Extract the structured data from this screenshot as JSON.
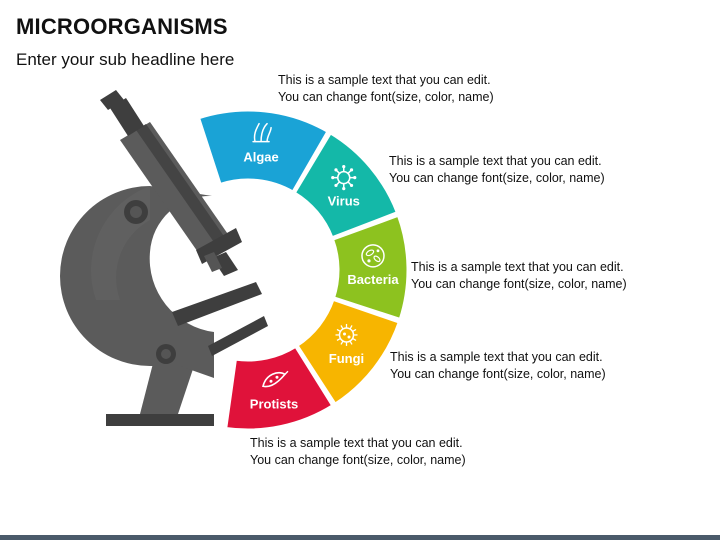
{
  "title": "MICROORGANISMS",
  "subtitle": "Enter your sub headline here",
  "segments": [
    {
      "label": "Algae",
      "color": "#1aa3d6",
      "icon": "algae-icon",
      "desc": [
        "This is a sample text that you can edit.",
        "You can change font(size, color, name)"
      ]
    },
    {
      "label": "Virus",
      "color": "#14b8a8",
      "icon": "virus-icon",
      "desc": [
        "This is a sample text that you can edit.",
        "You can change font(size, color, name)"
      ]
    },
    {
      "label": "Bacteria",
      "color": "#8dc21f",
      "icon": "bacteria-icon",
      "desc": [
        "This is a sample text that you can edit.",
        "You can change font(size, color, name)"
      ]
    },
    {
      "label": "Fungi",
      "color": "#f7b500",
      "icon": "fungi-icon",
      "desc": [
        "This is a sample text that you can edit.",
        "You can change font(size, color, name)"
      ]
    },
    {
      "label": "Protists",
      "color": "#e0123a",
      "icon": "protists-icon",
      "desc": [
        "This is a sample text that you can edit.",
        "You can change font(size, color, name)"
      ]
    }
  ],
  "colors": {
    "microscope": "#5b5b5b",
    "microscope_dark": "#3e3e3e",
    "footer": "#4a5a6a"
  }
}
